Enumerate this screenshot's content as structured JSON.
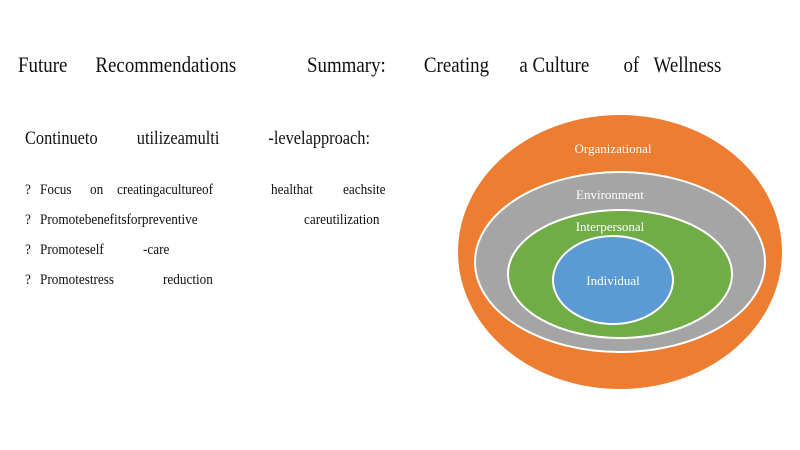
{
  "title": {
    "part1": "Future",
    "part2": "Recommendations",
    "part3": "Summary:",
    "part4": "Creating",
    "part5": "a Culture",
    "part6": "of",
    "part7": "Wellness"
  },
  "lead": {
    "part1": "Continueto",
    "part2": "utilizeamulti",
    "part3": "-levelapproach:"
  },
  "bullets": [
    {
      "marker": "?",
      "parts": [
        "Focus",
        "on",
        "creatingacultureof",
        "healthat",
        "eachsite"
      ]
    },
    {
      "marker": "?",
      "parts": [
        "Promotebenefitsforpreventive",
        "careutilization"
      ]
    },
    {
      "marker": "?",
      "parts": [
        "Promoteself",
        "-care"
      ]
    },
    {
      "marker": "?",
      "parts": [
        "Promotestress",
        "reduction"
      ]
    }
  ],
  "diagram": {
    "layers": [
      {
        "label": "Organizational",
        "color": "#ED7D31"
      },
      {
        "label": "Environment",
        "color": "#A5A5A5"
      },
      {
        "label": "Interpersonal",
        "color": "#70AD47"
      },
      {
        "label": "Individual",
        "color": "#5B9BD5"
      }
    ]
  }
}
